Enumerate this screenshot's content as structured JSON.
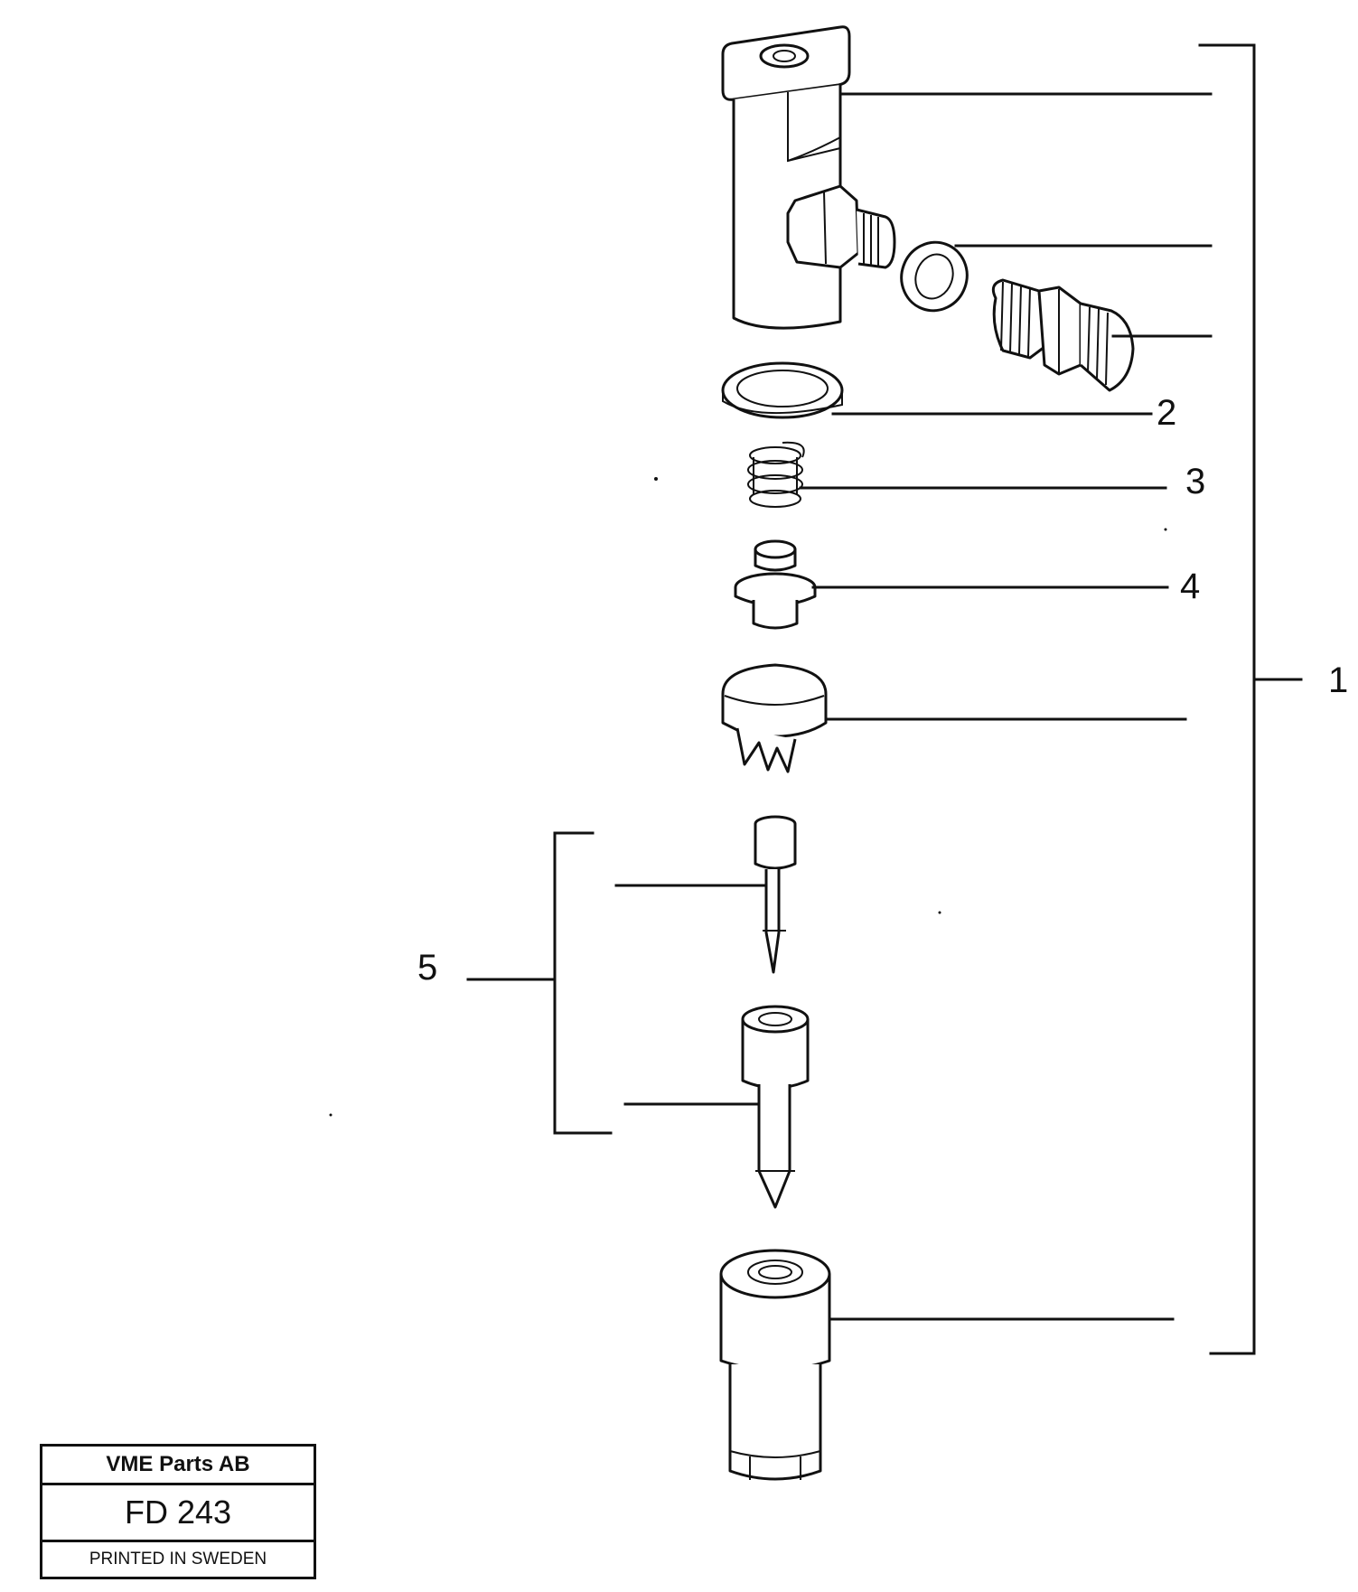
{
  "callouts": {
    "c1": "1",
    "c2": "2",
    "c3": "3",
    "c4": "4",
    "c5": "5"
  },
  "title_block": {
    "company": "VME Parts AB",
    "code": "FD 243",
    "printed": "PRINTED IN SWEDEN"
  }
}
